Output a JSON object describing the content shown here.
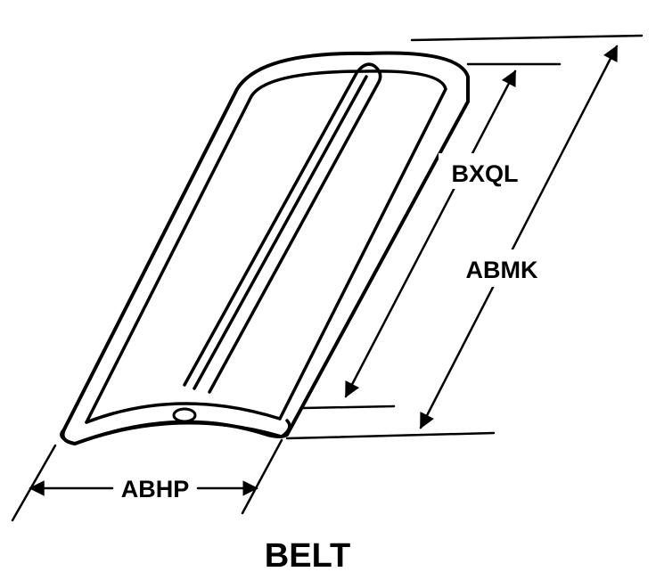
{
  "title": "BELT",
  "dimensions": {
    "length_inner": "BXQL",
    "length_outer": "ABMK",
    "width": "ABHP"
  }
}
